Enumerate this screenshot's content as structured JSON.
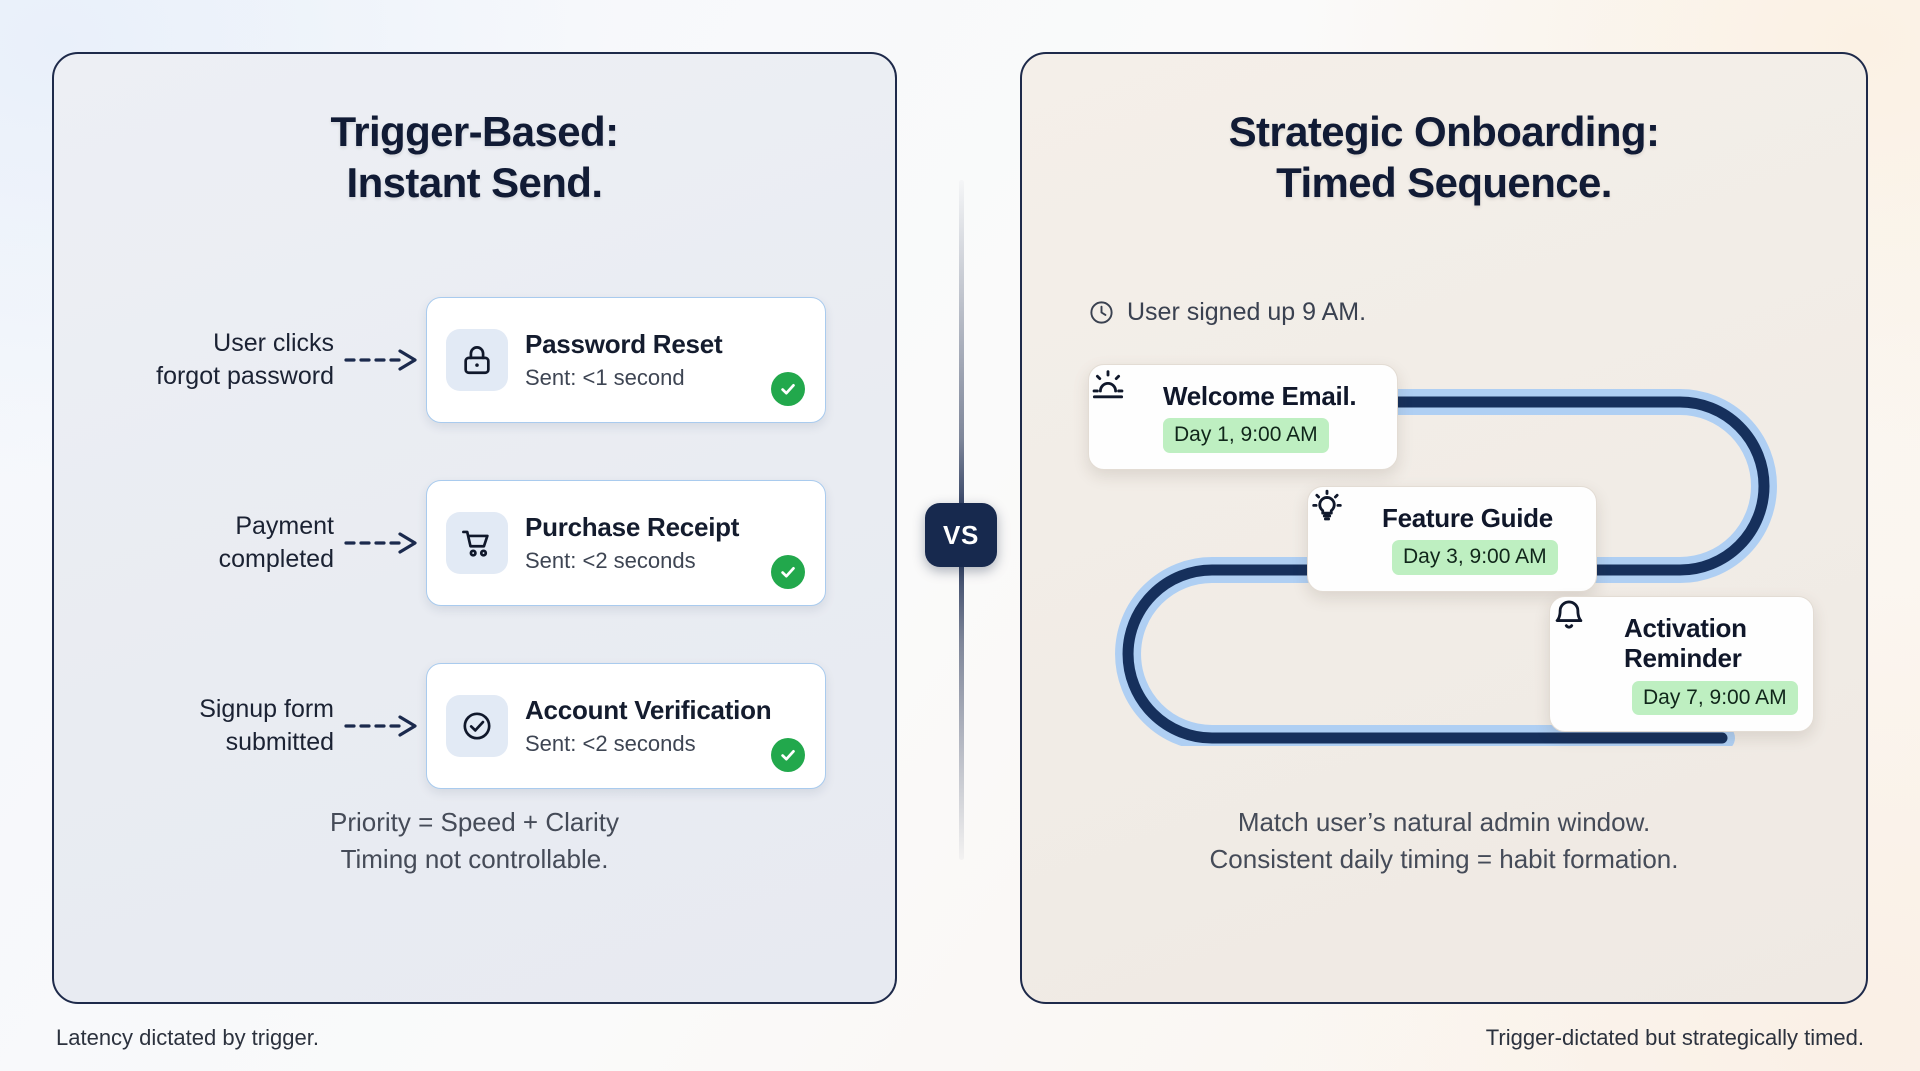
{
  "left_panel": {
    "title_line1": "Trigger-Based:",
    "title_line2": "Instant Send.",
    "rows": [
      {
        "trigger_line1": "User clicks",
        "trigger_line2": "forgot password",
        "icon": "lock-icon",
        "title": "Password Reset",
        "sub": "Sent: <1 second",
        "status": "check-icon"
      },
      {
        "trigger_line1": "Payment",
        "trigger_line2": "completed",
        "icon": "shopping-cart-icon",
        "title": "Purchase Receipt",
        "sub": "Sent: <2 seconds",
        "status": "check-icon"
      },
      {
        "trigger_line1": "Signup form",
        "trigger_line2": "submitted",
        "icon": "check-circle-icon",
        "title": "Account Verification",
        "sub": "Sent: <2 seconds",
        "status": "check-icon"
      }
    ],
    "summary_line1": "Priority = Speed + Clarity",
    "summary_line2": "Timing not controllable.",
    "footer": "Latency dictated by trigger."
  },
  "right_panel": {
    "title_line1": "Strategic Onboarding:",
    "title_line2": "Timed Sequence.",
    "signup_note": "User signed up 9 AM.",
    "signup_icon": "clock-icon",
    "sequence": [
      {
        "icon": "sunrise-icon",
        "title": "Welcome Email.",
        "chip": "Day 1, 9:00 AM"
      },
      {
        "icon": "lightbulb-icon",
        "title": "Feature Guide",
        "chip": "Day 3, 9:00 AM"
      },
      {
        "icon": "bell-icon",
        "title_line1": "Activation",
        "title_line2": "Reminder",
        "chip": "Day 7, 9:00 AM"
      }
    ],
    "summary_line1": "Match user’s natural admin window.",
    "summary_line2": "Consistent daily timing = habit formation.",
    "footer": "Trigger-dictated but strategically timed."
  },
  "divider": {
    "vs_label": "VS"
  },
  "colors": {
    "ink": "#111B35",
    "panel_border": "#1E2A4A",
    "left_panel_bg": "#EAEDF3",
    "right_panel_bg": "#F1ECE6",
    "card_border_blue": "#A9CBEE",
    "icon_tile_blue": "#E2EAF5",
    "status_green": "#22A84C",
    "chip_green": "#BEEFC1",
    "path_outer_blue": "#AFCFF3",
    "path_inner_navy": "#16305C",
    "vs_badge_bg": "#17294E"
  }
}
